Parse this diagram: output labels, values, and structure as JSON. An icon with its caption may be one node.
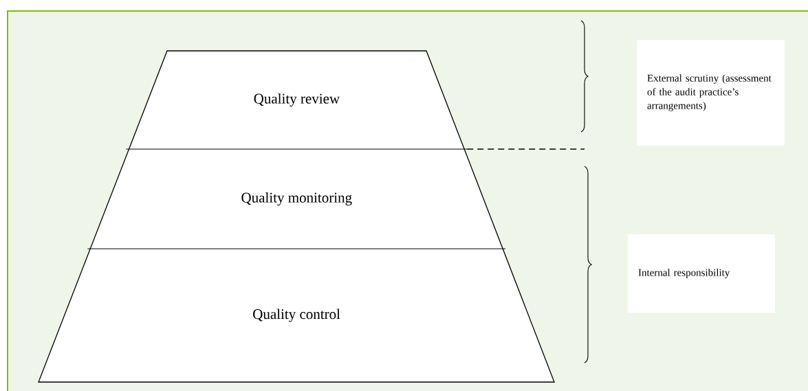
{
  "diagram": {
    "nodes": [
      {
        "text": [
          "Quality review"
        ]
      },
      {
        "text": [
          "Quality monitoring"
        ]
      },
      {
        "text": [
          "Quality control"
        ]
      },
      {
        "text": [
          "External scrutiny (assessment of the audit practice’s arrangements)"
        ]
      },
      {
        "text": [
          "Internal responsibility"
        ]
      }
    ]
  }
}
